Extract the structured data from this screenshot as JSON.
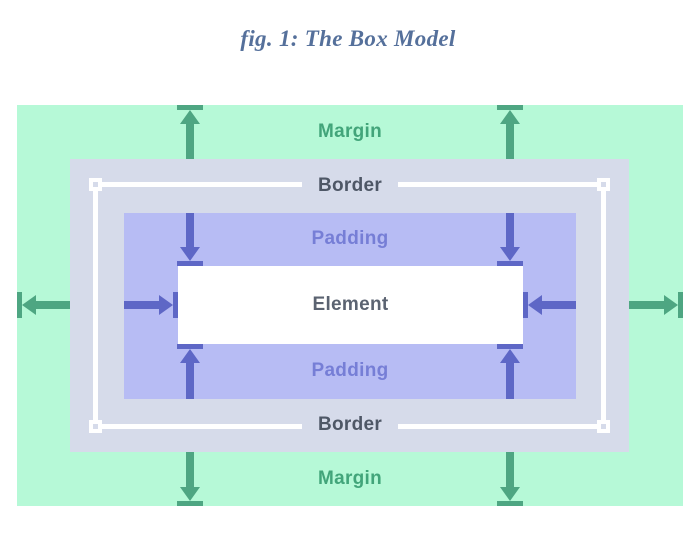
{
  "figure": {
    "title": "fig. 1: The Box Model"
  },
  "diagram": {
    "margin": {
      "label": "Margin"
    },
    "border": {
      "label": "Border"
    },
    "padding": {
      "label": "Padding"
    },
    "element": {
      "label": "Element"
    }
  },
  "colors": {
    "title": "#55709B",
    "margin_bg": "#B6F9D7",
    "margin_text": "#42A57A",
    "margin_arrow": "#4EA682",
    "border_bg": "#D6DBEA",
    "border_text": "#4E5766",
    "border_line": "#FFFFFF",
    "padding_bg": "#B7BCF4",
    "padding_text": "#767ED6",
    "padding_arrow": "#5E67C6",
    "element_bg": "#FFFFFF",
    "element_text": "#5B6371"
  }
}
